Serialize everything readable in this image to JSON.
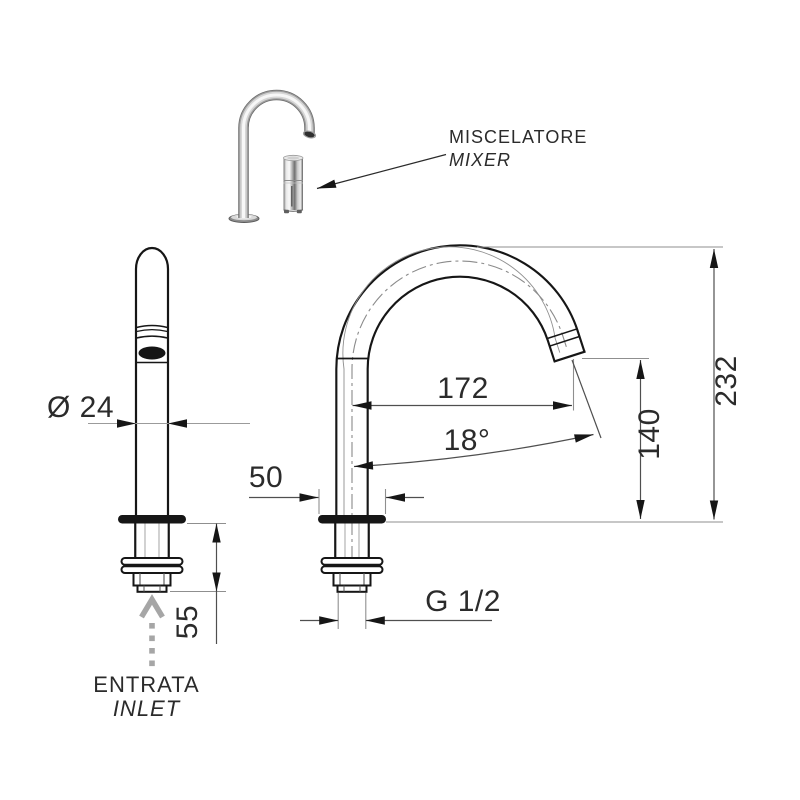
{
  "top_view": {
    "label_primary": "MISCELATORE",
    "label_secondary": "MIXER"
  },
  "front_view": {
    "diameter": "Ø 24",
    "under_depth": "55",
    "inlet_primary": "ENTRATA",
    "inlet_secondary": "INLET"
  },
  "profile_view": {
    "reach": "172",
    "angle": "18°",
    "base_width": "50",
    "outlet_height": "140",
    "total_height": "232",
    "thread": "G 1/2"
  },
  "colors": {
    "outline": "#161616",
    "dimension_line": "#4f4f4f",
    "extension_line": "#8f8f8f",
    "inlet_gray": "#a6a6a6"
  }
}
